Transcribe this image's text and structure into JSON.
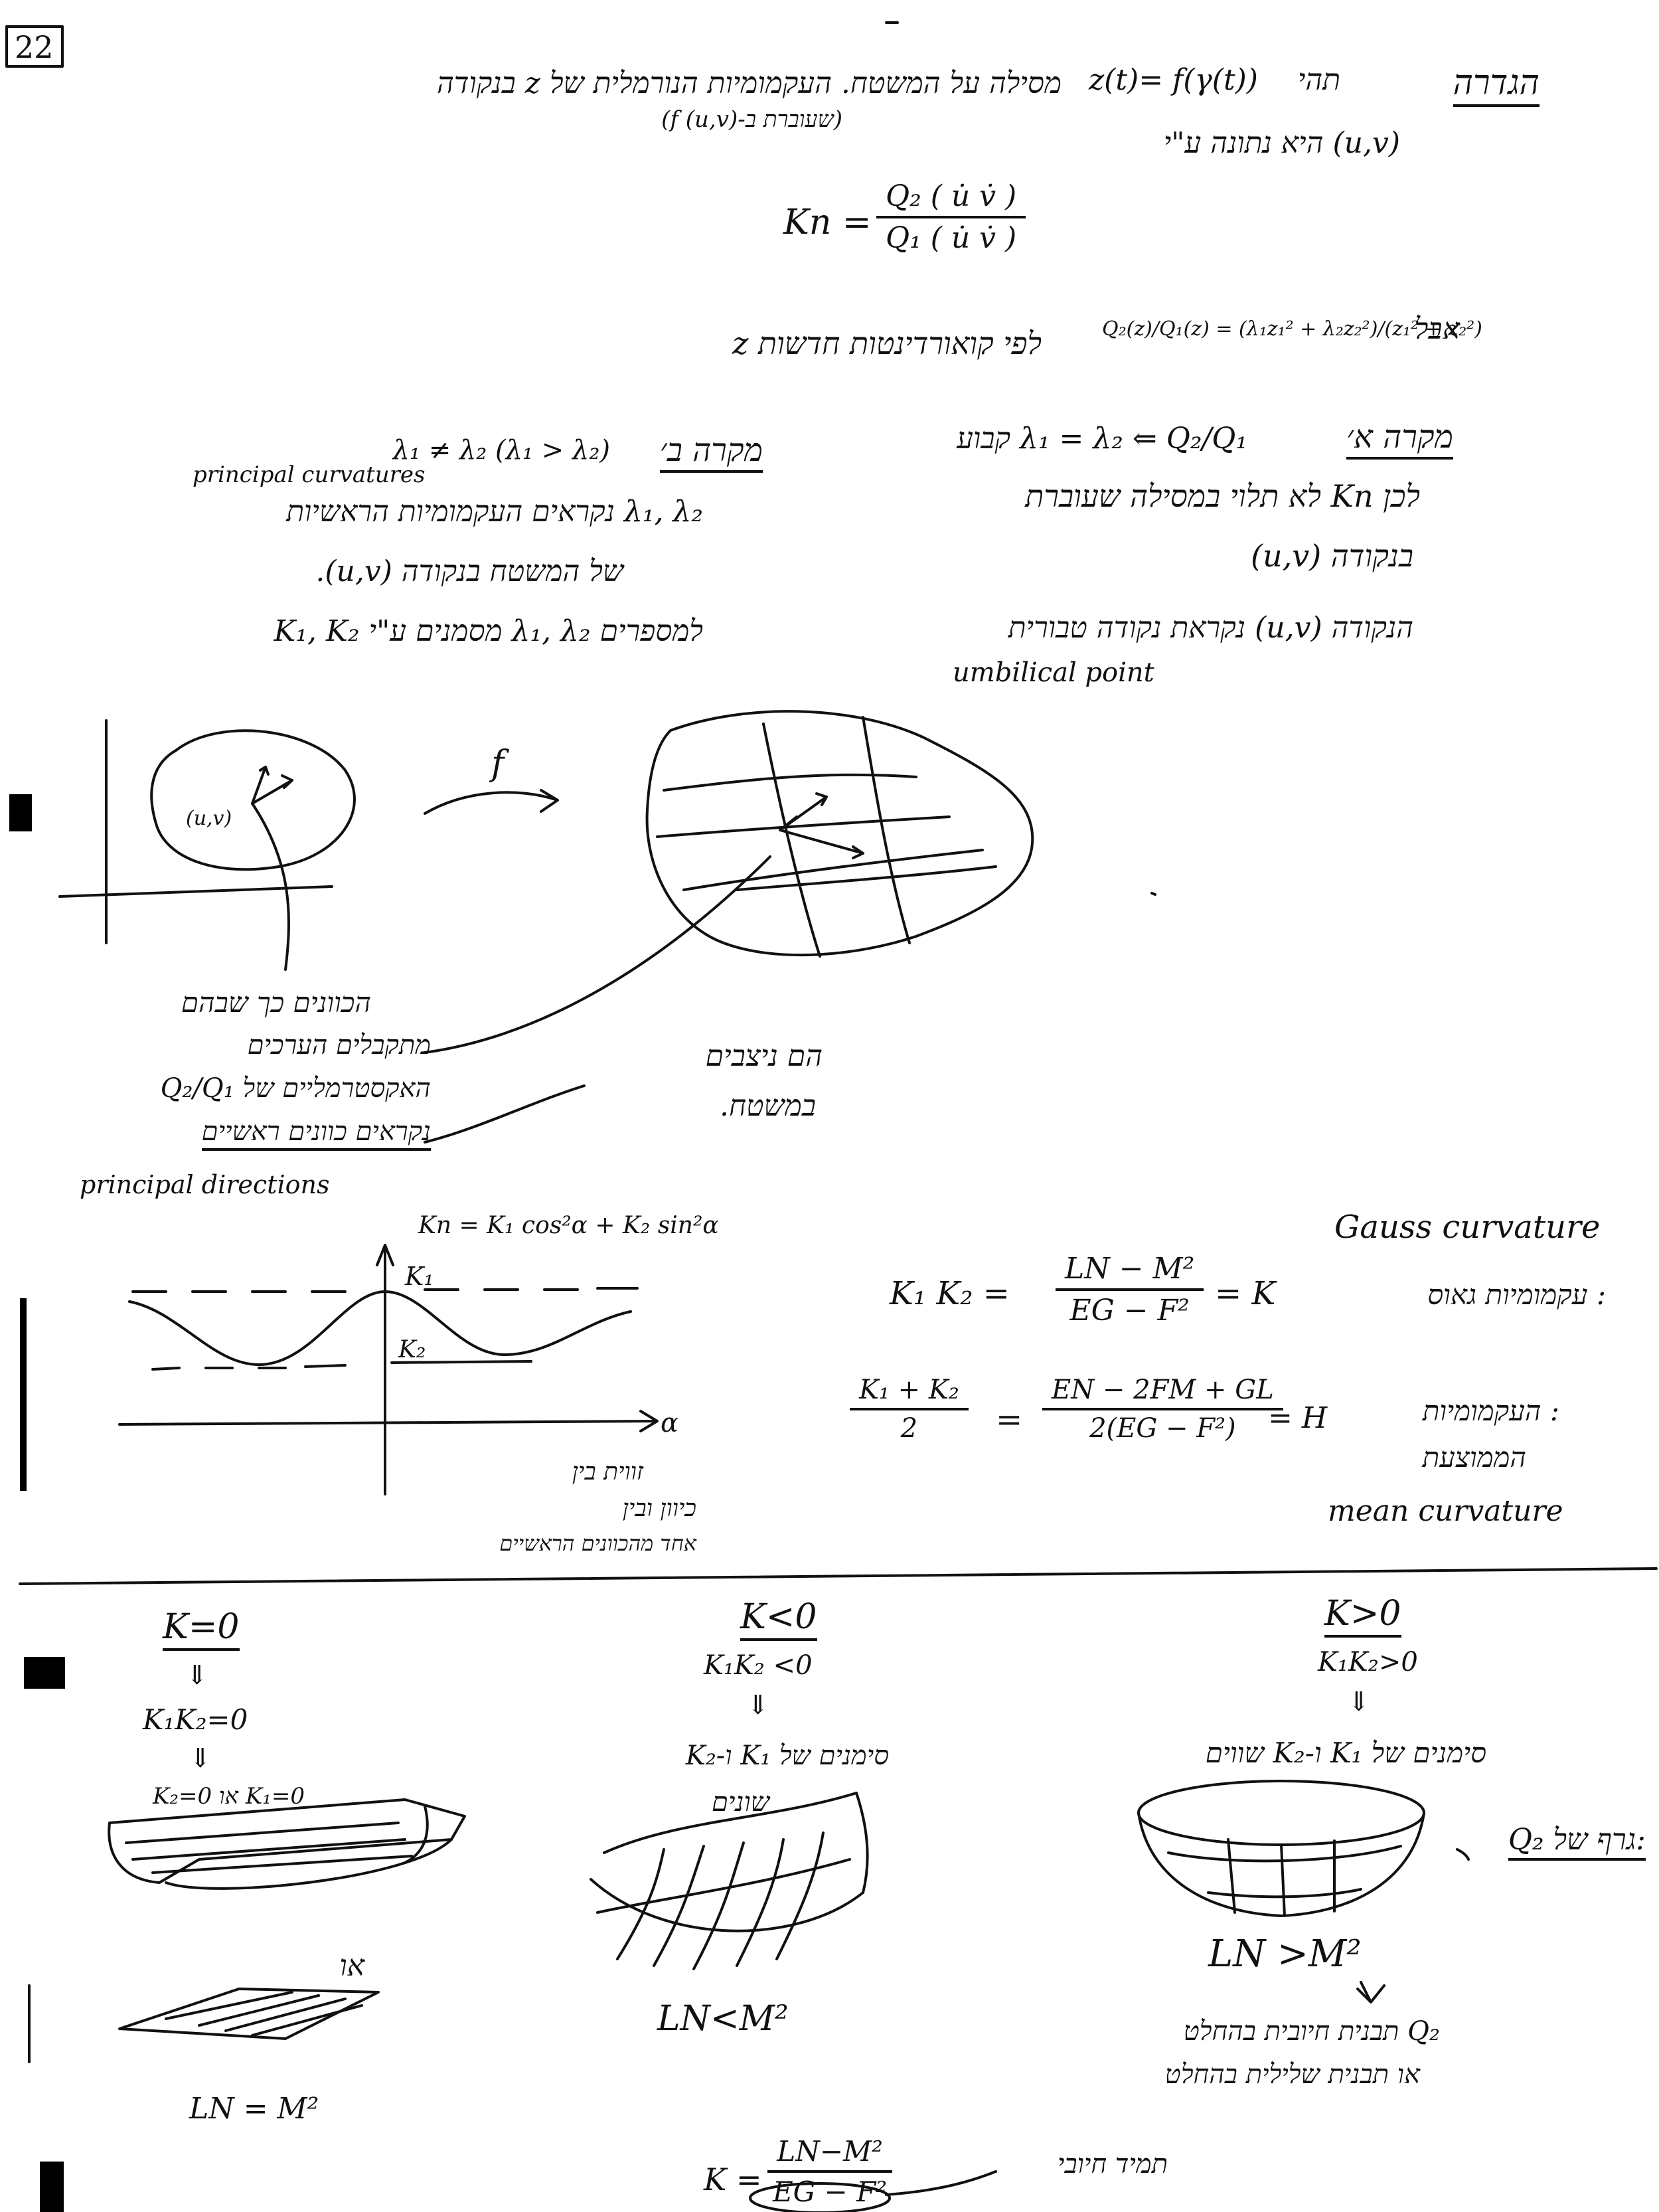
{
  "page_number": "22",
  "definition": {
    "title": "הגדרה",
    "line1_he_a": "תהי",
    "line1_formula": "z(t)= f(γ(t))",
    "line1_he_b": "מסילה על המשטח. העקמומיות הנורמלית של z בנקודה",
    "line2_note": "(שעוברת ב-(u,v) f)",
    "line3_he": "(u,v) היא נתונה ע\"י",
    "kn_lhs": "Kn =",
    "kn_num": "Q₂ ( u̇ v̇ )",
    "kn_den": "Q₁ ( u̇ v̇ )",
    "but_he": "אבל",
    "ratio_formula": "Q₂(z)/Q₁(z) = (λ₁z₁² + λ₂z₂²)/(z₁² + z₂²)",
    "coords_he": "לפי קואורדינטות חדשות z"
  },
  "case_a": {
    "title": "מקרה א׳",
    "line1": "λ₁ = λ₂ ⇐ Q₂/Q₁ קבוע",
    "line2": "לכן Kn לא תלוי במסילה שעוברת",
    "line3": "בנקודה (u,v)",
    "line4": "הנקודה (u,v) נקראת נקודה טבורית",
    "umbilical": "umbilical point"
  },
  "case_b": {
    "title": "מקרה ב׳",
    "line1": "λ₁ ≠ λ₂ (λ₁ > λ₂)",
    "principal_curvatures": "principal curvatures",
    "line2": "λ₁, λ₂ נקראים העקמומיות הראשיות",
    "line3": "של המשטח בנקודה (u,v).",
    "line4": "למספרים λ₁, λ₂ מסמנים ע\"י K₁, K₂"
  },
  "figure1": {
    "point_label": "(u,v)",
    "map_label": "f",
    "left_note": [
      "הכוונים כך שבהם",
      "מתקבלים הערכים",
      "האקסטרמליים של Q₂/Q₁",
      "נקראים כוונים ראשיים"
    ],
    "principal_directions": "principal directions",
    "right_note": [
      "הם ניצבים",
      "במשטח."
    ]
  },
  "graph": {
    "formula": "Kn = K₁ cos²α + K₂ sin²α",
    "k1": "K₁",
    "k2": "K₂",
    "alpha": "α",
    "caption": [
      "זווית בין",
      "כיוון ובין",
      "אחד מהכוונים הראשיים"
    ]
  },
  "gauss": {
    "title": "Gauss curvature",
    "lhs": "K₁ K₂  =",
    "num": "LN − M²",
    "den": "EG − F²",
    "rhs": "= K",
    "he": ": עקמומיות גאוס"
  },
  "mean": {
    "lhs_num": "K₁ + K₂",
    "lhs_den": "2",
    "eq": "=",
    "num": "EN − 2FM + GL",
    "den": "2(EG − F²)",
    "rhs": "= H",
    "he_1": ": העקמומיות",
    "he_2": "הממוצעת",
    "en": "mean curvature"
  },
  "cases": {
    "zero": {
      "title": "K=0",
      "l1": "K₁K₂=0",
      "l2": "K₁=0 או K₂=0",
      "or": "או",
      "lbl": "LN = M²"
    },
    "neg": {
      "title": "K<0",
      "l1": "K₁K₂ <0",
      "l2": "סימנים של K₁ ו-K₂",
      "l3": "שונים",
      "lbl": "LN<M²"
    },
    "pos": {
      "title": "K>0",
      "l1": "K₁K₂>0",
      "l2": "סימנים של K₁ ו-K₂ שווים",
      "lbl": "LN >M²",
      "graph_he": ":גרף של Q₂",
      "note1": "Q₂ תבנית חיובית בהחלט",
      "note2": "או תבנית שלילית בהחלט"
    }
  },
  "bottom": {
    "lhs": "K =",
    "num": "LN−M²",
    "den": "EG − F²",
    "note": "תמיד חיובי"
  }
}
